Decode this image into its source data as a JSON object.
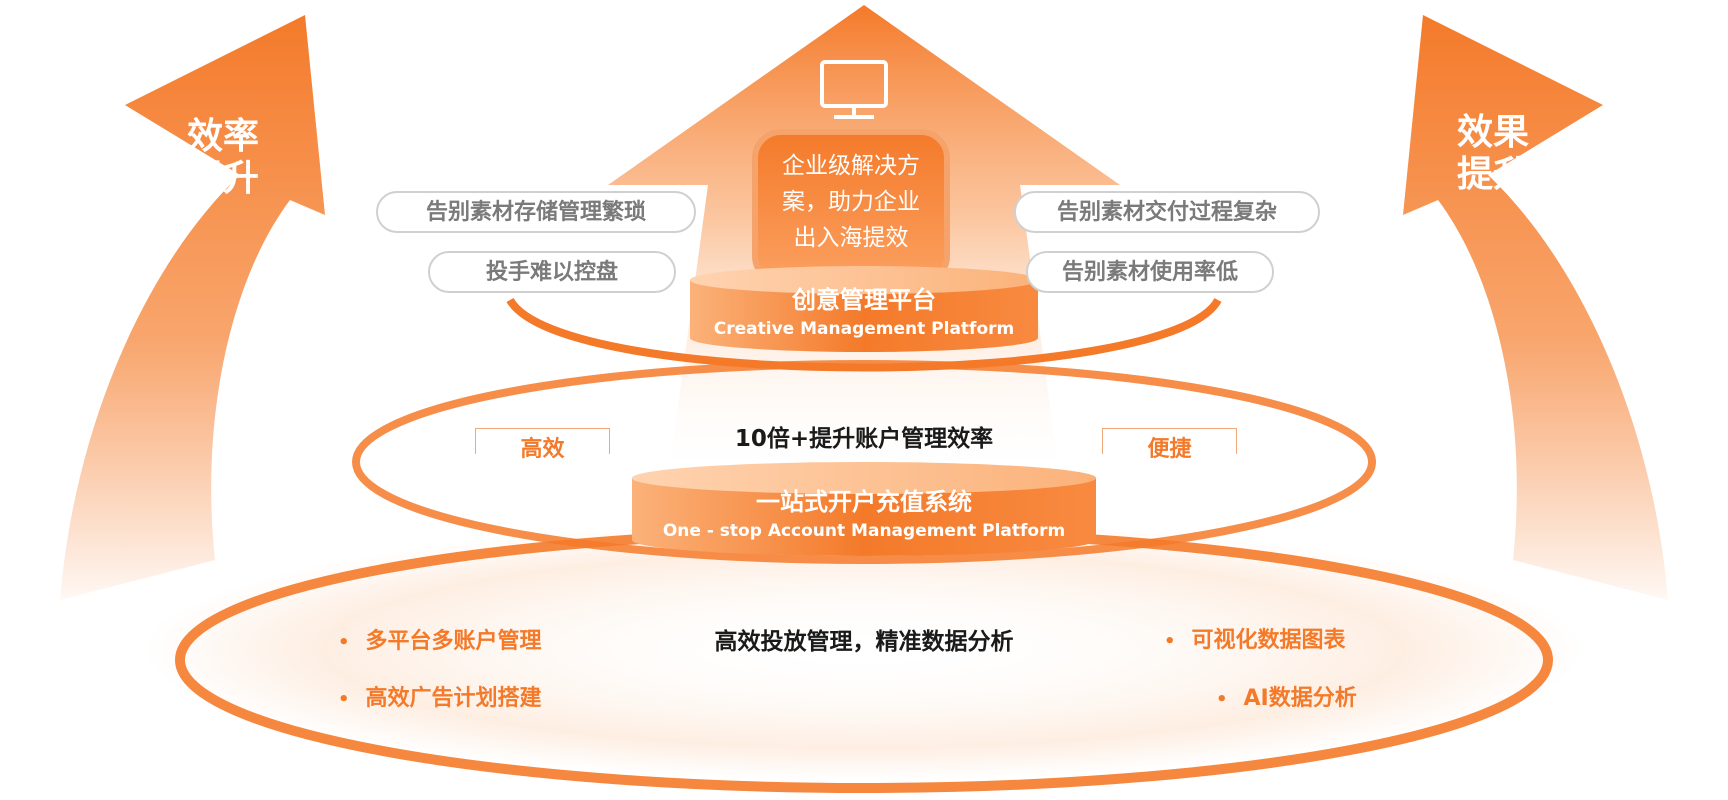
{
  "side_titles": {
    "left": [
      "效率",
      "提升"
    ],
    "right": [
      "效果",
      "提升"
    ]
  },
  "top_box": {
    "lines": [
      "企业级解决方",
      "案，助力企业",
      "出入海提效"
    ],
    "icon": "monitor-icon"
  },
  "top_pills": {
    "left": [
      "告别素材存储管理繁琐",
      "投手难以控盘"
    ],
    "right": [
      "告别素材交付过程复杂",
      "告别素材使用率低"
    ]
  },
  "creative_platform": {
    "zh": "创意管理平台",
    "en": "Creative Management Platform"
  },
  "middle": {
    "caption": "10倍+提升账户管理效率",
    "tag_left": "高效",
    "tag_right": "便捷"
  },
  "account_platform": {
    "zh": "一站式开户充值系统",
    "en": "One - stop Account Management Platform"
  },
  "bottom": {
    "caption": "高效投放管理，精准数据分析",
    "bullet": "•",
    "features_left": [
      "多平台多账户管理",
      "高效广告计划搭建"
    ],
    "features_right": [
      "可视化数据图表",
      "AI数据分析"
    ]
  },
  "colors": {
    "accent": "#f47a2a",
    "accent_light": "#ffe2cc",
    "pill_border": "#d0d0d0",
    "pill_text": "#7a7a7a"
  }
}
